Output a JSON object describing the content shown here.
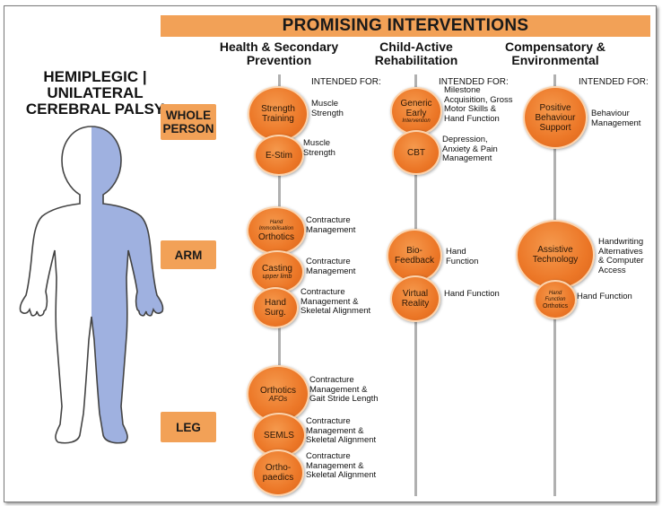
{
  "banner": "PROMISING INTERVENTIONS",
  "columns": {
    "health": {
      "line1": "Health & Secondary",
      "line2": "Prevention"
    },
    "child": {
      "line1": "Child-Active",
      "line2": "Rehabilitation"
    },
    "comp": {
      "line1": "Compensatory &",
      "line2": "Environmental"
    }
  },
  "title": {
    "line1": "HEMIPLEGIC |",
    "line2": "UNILATERAL",
    "line3": "CEREBRAL PALSY"
  },
  "rows": {
    "whole": {
      "line1": "WHOLE",
      "line2": "PERSON"
    },
    "arm": "ARM",
    "leg": "LEG"
  },
  "intended_for": "INTENDED FOR:",
  "colors": {
    "accent": "#f2a157",
    "circle": "#ec7727",
    "body_affected": "#9fb1e0"
  },
  "interventions": {
    "strength": {
      "label1": "Strength",
      "label2": "Training",
      "desc1": "Muscle",
      "desc2": "Strength"
    },
    "estim": {
      "label": "E-Stim",
      "desc1": "Muscle",
      "desc2": "Strength"
    },
    "generic": {
      "label1": "Generic",
      "label2": "Early",
      "sub": "Intervention",
      "desc1": "Milestone",
      "desc2": "Acquisition, Gross",
      "desc3": "Motor Skills &",
      "desc4": "Hand Function"
    },
    "cbt": {
      "label": "CBT",
      "desc1": "Depression,",
      "desc2": "Anxiety & Pain",
      "desc3": "Management"
    },
    "positive": {
      "label1": "Positive",
      "label2": "Behaviour",
      "label3": "Support",
      "desc1": "Behaviour",
      "desc2": "Management"
    },
    "hand_orthotics": {
      "sub": "Hand",
      "sub2": "Immobilisation",
      "label": "Orthotics",
      "desc1": "Contracture",
      "desc2": "Management"
    },
    "casting": {
      "label": "Casting",
      "sub": "upper limb",
      "desc1": "Contracture",
      "desc2": "Management"
    },
    "hand_surg": {
      "label1": "Hand",
      "label2": "Surg.",
      "desc1": "Contracture",
      "desc2": "Management &",
      "desc3": "Skeletal Alignment"
    },
    "biofeedback": {
      "label1": "Bio-",
      "label2": "Feedback",
      "desc1": "Hand",
      "desc2": "Function"
    },
    "virtual": {
      "label1": "Virtual",
      "label2": "Reality",
      "desc": "Hand Function"
    },
    "assistive": {
      "label1": "Assistive",
      "label2": "Technology",
      "desc1": "Handwriting",
      "desc2": "Alternatives",
      "desc3": "& Computer",
      "desc4": "Access"
    },
    "hand_func_orthotics": {
      "sub1": "Hand",
      "sub2": "Function",
      "label": "Orthotics",
      "desc": "Hand Function"
    },
    "orthotics_afo": {
      "label": "Orthotics",
      "sub": "AFOs",
      "desc1": "Contracture",
      "desc2": "Management &",
      "desc3": "Gait Stride Length"
    },
    "semls": {
      "label": "SEMLS",
      "desc1": "Contracture",
      "desc2": "Management &",
      "desc3": "Skeletal Alignment"
    },
    "orthopaedics": {
      "label1": "Ortho-",
      "label2": "paedics",
      "desc1": "Contracture",
      "desc2": "Management &",
      "desc3": "Skeletal Alignment"
    }
  }
}
